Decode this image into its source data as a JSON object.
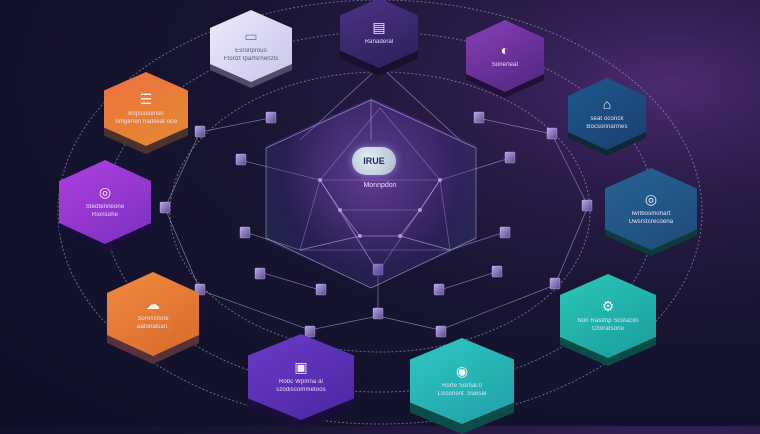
{
  "diagram": {
    "type": "hub-and-spoke network",
    "center": {
      "badge": "IRUE",
      "label": "Monnpdon"
    },
    "nodes": [
      {
        "id": "top-left",
        "icon": "monitor-icon",
        "line1": "Esronprous",
        "line2": "Ftonzt tpartsrnenzls",
        "color": "#d7d3f2"
      },
      {
        "id": "top",
        "icon": "document-icon",
        "line1": "Ranaderal",
        "line2": "",
        "color": "#3a2868"
      },
      {
        "id": "top-right",
        "icon": "orb-icon",
        "line1": "Sonerleat",
        "line2": "",
        "color": "#6a2c92"
      },
      {
        "id": "right-upper",
        "icon": "building-icon",
        "line1": "seat oconck",
        "line2": "Bocsonnarmes",
        "color": "#1e4f80"
      },
      {
        "id": "right",
        "icon": "drop-icon",
        "line1": "Iwrlbosmohart",
        "line2": "Uwsrstcrecoena",
        "color": "#235c88"
      },
      {
        "id": "right-lower",
        "icon": "gear-icon",
        "line1": "Non Rastmp Scotaclin",
        "line2": "Choratsone",
        "color": "#21b3a8"
      },
      {
        "id": "bottom-right",
        "icon": "robot-icon",
        "line1": "Rorte Sornal.0",
        "line2": "Llsssnsnt .Suesal",
        "color": "#23b9b1"
      },
      {
        "id": "bottom-left",
        "icon": "chip-icon",
        "line1": "Robc Wpmna al",
        "line2": "szodiscommetoos",
        "color": "#5a2ea8"
      },
      {
        "id": "left-lower",
        "icon": "cloud-icon",
        "line1": "Soresstone",
        "line2": "aatonalsan,",
        "color": "#e07a35"
      },
      {
        "id": "left",
        "icon": "eye-icon",
        "line1": "Stedtenneone",
        "line2": "Rionsohe",
        "color": "#8a35c8"
      },
      {
        "id": "left-upper",
        "icon": "server-icon",
        "line1": "Bopsiusensn",
        "line2": "Smgenon hadseat ooa",
        "color": "#e0723a"
      }
    ]
  }
}
